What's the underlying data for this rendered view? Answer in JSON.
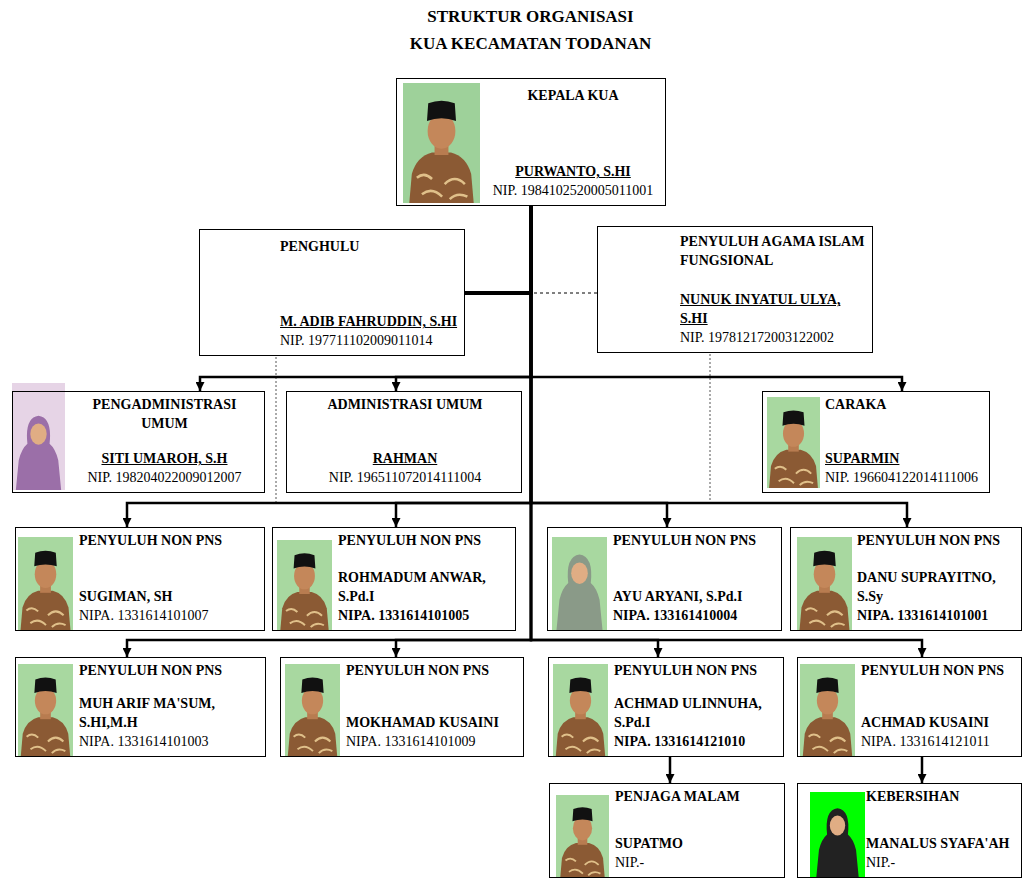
{
  "diagram": {
    "title": "STRUKTUR ORGANISASI KUA KECAMATAN TODANAN",
    "nodes": [
      {
        "text": [
          "KEPALA KUA",
          "PURWANTO, S.HI",
          "NIP. 1984102520005011001"
        ]
      },
      {
        "text": [
          "PENGHULU",
          "M. ADIB FAHRUDDIN, S.HI",
          "NIP. 197711102009011014"
        ]
      },
      {
        "text": [
          "PENYULUH AGAMA ISLAM FUNGSIONAL",
          "NUNUK INYATUL ULYA, S.HI",
          "NIP. 197812172003122002"
        ]
      },
      {
        "text": [
          "PENGADMINISTRASI UMUM",
          "SITI UMAROH, S.H",
          "NIP. 198204022009012007"
        ]
      },
      {
        "text": [
          "ADMINISTRASI UMUM",
          "RAHMAN",
          "NIP. 196511072014111004"
        ]
      },
      {
        "text": [
          "CARAKA",
          "SUPARMIN",
          "NIP. 196604122014111006"
        ]
      },
      {
        "text": [
          "PENYULUH NON PNS",
          "SUGIMAN, SH",
          "NIPA. 1331614101007"
        ]
      },
      {
        "text": [
          "PENYULUH NON PNS",
          "ROHMADUM ANWAR, S.Pd.I",
          "NIPA. 1331614101005"
        ]
      },
      {
        "text": [
          "PENYULUH NON PNS",
          "AYU ARYANI, S.Pd.I",
          "NIPA. 133161410004"
        ]
      },
      {
        "text": [
          "PENYULUH NON PNS",
          "DANU SUPRAYITNO, S.Sy",
          "NIPA. 1331614101001"
        ]
      },
      {
        "text": [
          "PENYULUH NON PNS",
          "MUH ARIF MA'SUM, S.HI,M.H",
          "NIPA. 1331614101003"
        ]
      },
      {
        "text": [
          "PENYULUH NON PNS",
          "MOKHAMAD KUSAINI",
          "NIPA. 1331614101009"
        ]
      },
      {
        "text": [
          "PENYULUH NON PNS",
          "ACHMAD ULINNUHA, S.Pd.I",
          "NIPA. 1331614121010"
        ]
      },
      {
        "text": [
          "PENYULUH NON PNS",
          "ACHMAD KUSAINI",
          "NIPA. 1331614121011"
        ]
      },
      {
        "text": [
          "PENJAGA MALAM",
          "SUPATMO",
          "NIP.-"
        ]
      },
      {
        "text": [
          "KEBERSIHAN",
          "MANALUS SYAFA'AH",
          "NIP.-"
        ]
      }
    ],
    "edges": [
      {
        "from": 0,
        "to": 1,
        "arrow": "none"
      },
      {
        "from": 0,
        "to": 2,
        "arrow": "none"
      },
      {
        "from": 0,
        "to": 3,
        "arrow": "to"
      },
      {
        "from": 0,
        "to": 4,
        "arrow": "to"
      },
      {
        "from": 0,
        "to": 5,
        "arrow": "to"
      },
      {
        "from": 0,
        "to": 6,
        "arrow": "to"
      },
      {
        "from": 0,
        "to": 7,
        "arrow": "to"
      },
      {
        "from": 0,
        "to": 8,
        "arrow": "to"
      },
      {
        "from": 0,
        "to": 9,
        "arrow": "to"
      },
      {
        "from": 0,
        "to": 10,
        "arrow": "to"
      },
      {
        "from": 0,
        "to": 11,
        "arrow": "to"
      },
      {
        "from": 0,
        "to": 12,
        "arrow": "to"
      },
      {
        "from": 0,
        "to": 13,
        "arrow": "to"
      },
      {
        "from": 12,
        "to": 14,
        "arrow": "to"
      },
      {
        "from": 13,
        "to": 15,
        "arrow": "to"
      }
    ]
  }
}
